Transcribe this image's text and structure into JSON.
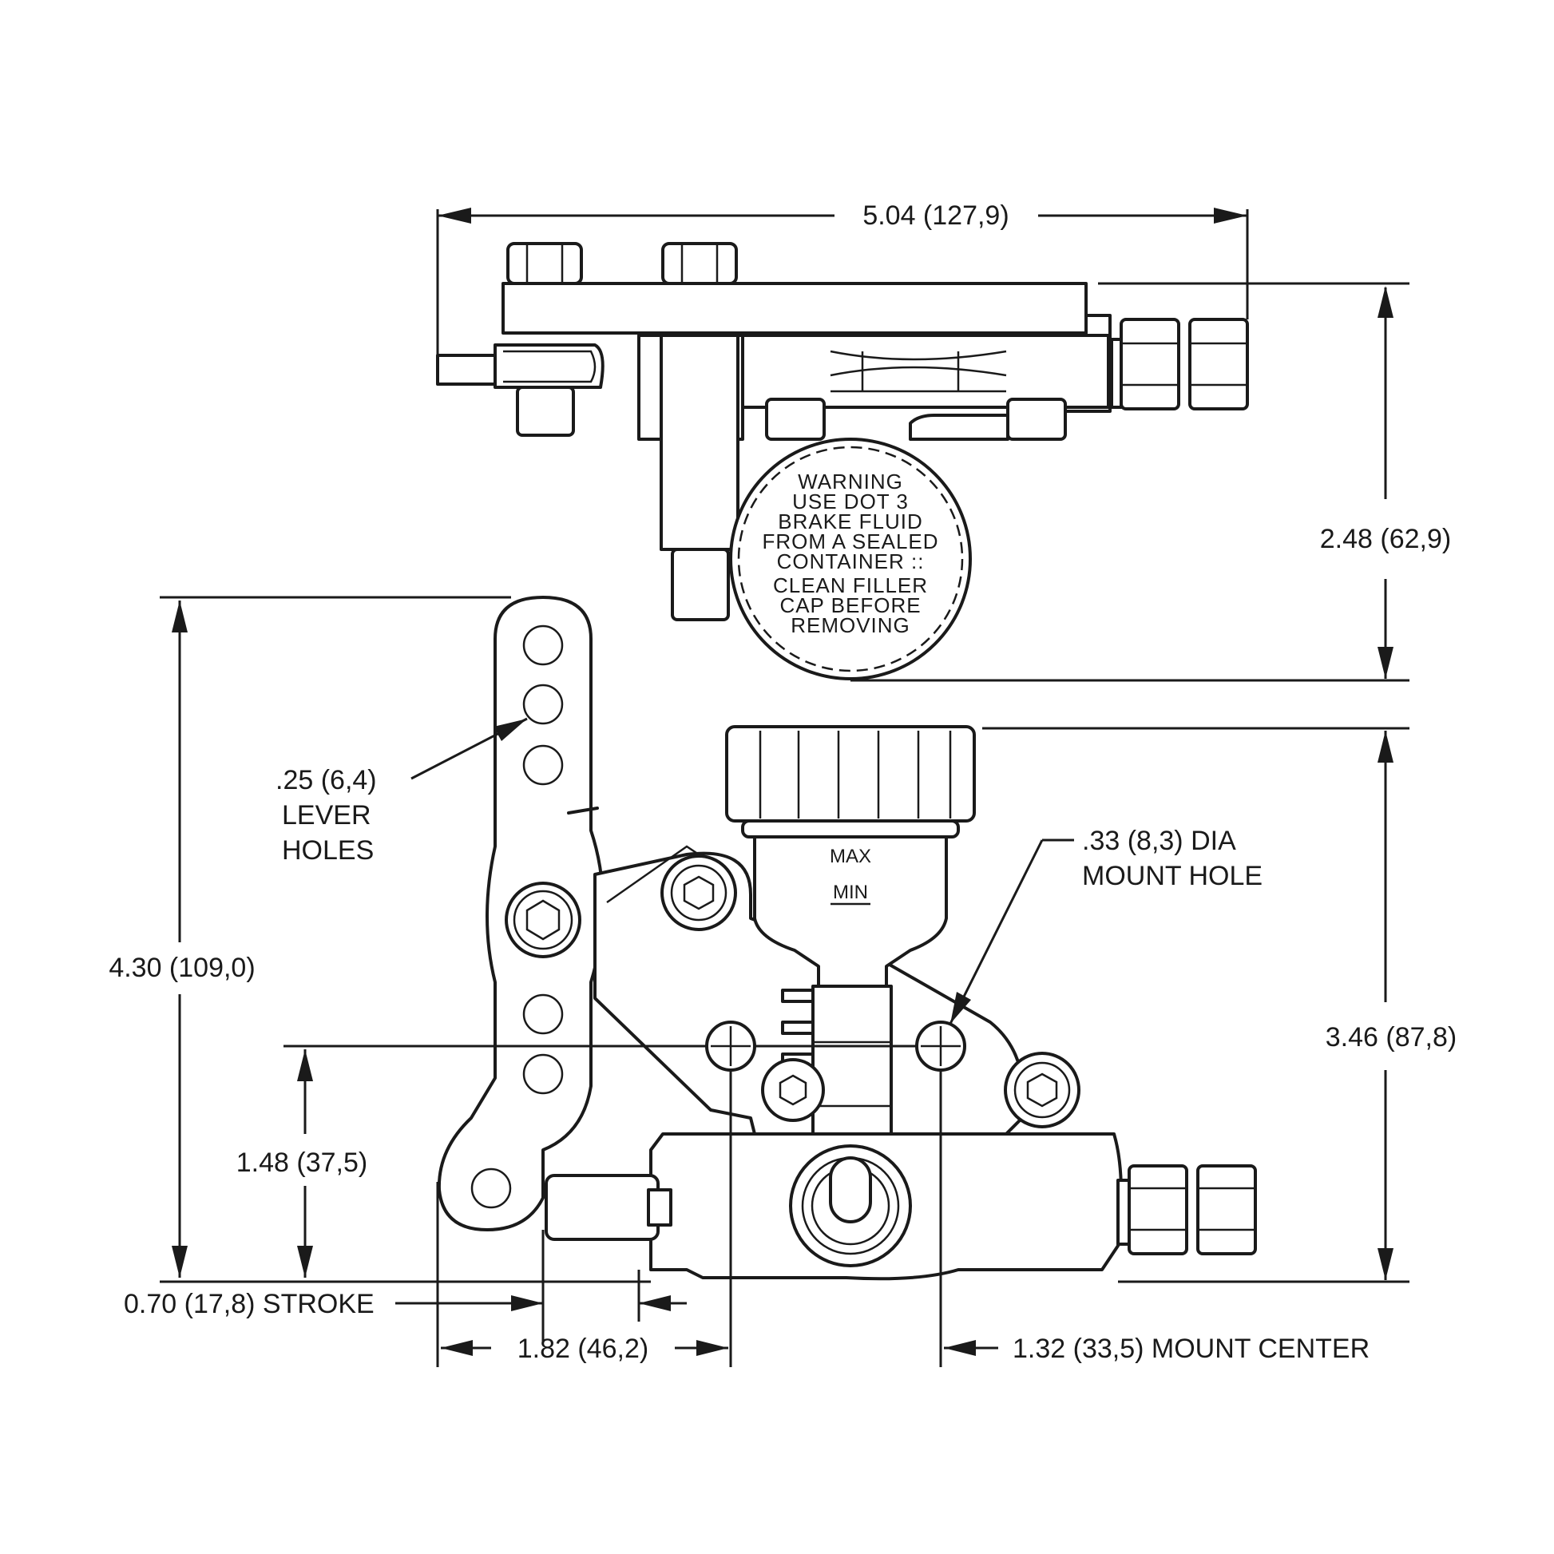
{
  "dimensions": {
    "overall_width": "5.04 (127,9)",
    "top_height": "2.48 (62,9)",
    "total_height": "4.30 (109,0)",
    "body_height": "3.46 (87,8)",
    "mount_height": "1.48 (37,5)",
    "stroke": "0.70 (17,8) STROKE",
    "lever_offset": "1.82 (46,2)",
    "mount_center": "1.32 (33,5) MOUNT CENTER"
  },
  "callouts": {
    "lever_holes": [
      ".25 (6,4)",
      "LEVER",
      "HOLES"
    ],
    "mount_hole": [
      ".33 (8,3) DIA",
      "MOUNT HOLE"
    ]
  },
  "cap_warning": [
    "WARNING",
    "USE  DOT  3",
    "BRAKE  FLUID",
    "FROM  A  SEALED",
    "CONTAINER ::",
    "CLEAN  FILLER",
    "CAP  BEFORE",
    "REMOVING"
  ],
  "reservoir_marks": {
    "max": "MAX",
    "min": "MIN"
  }
}
